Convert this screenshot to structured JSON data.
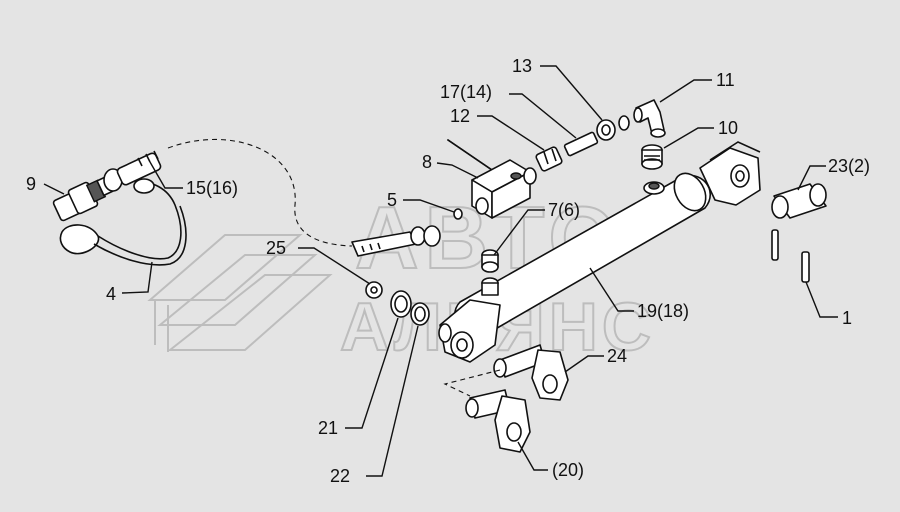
{
  "watermark": {
    "line1": "АВТО",
    "line2": "АЛЬЯНС"
  },
  "callouts": {
    "c1": "1",
    "c4": "4",
    "c5": "5",
    "c7": "7(6)",
    "c8": "8",
    "c9": "9",
    "c10": "10",
    "c11": "11",
    "c12": "12",
    "c13": "13",
    "c15": "15(16)",
    "c17": "17(14)",
    "c19": "19(18)",
    "c20": "(20)",
    "c21": "21",
    "c22": "22",
    "c23": "23(2)",
    "c24": "24",
    "c25": "25"
  },
  "colors": {
    "background": "#e4e4e4",
    "line": "#111111",
    "watermark": "#bdbdbd"
  }
}
